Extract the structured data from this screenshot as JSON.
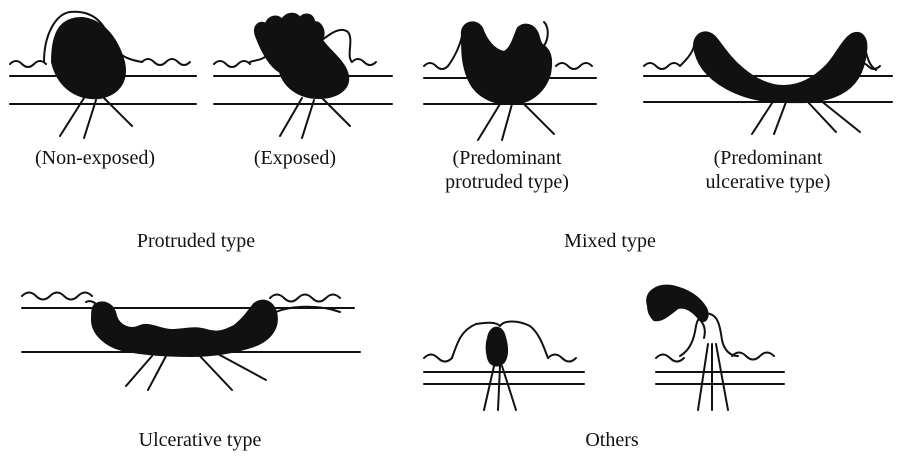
{
  "labels": {
    "non_exposed": "(Non-exposed)",
    "exposed": "(Exposed)",
    "pred_protruded_l1": "(Predominant",
    "pred_protruded_l2": "protruded type)",
    "pred_ulcerative_l1": "(Predominant",
    "pred_ulcerative_l2": "ulcerative type)",
    "protruded_type": "Protruded type",
    "mixed_type": "Mixed type",
    "ulcerative_type": "Ulcerative type",
    "others": "Others"
  },
  "colors": {
    "ink": "#111111",
    "paper": "#ffffff"
  }
}
